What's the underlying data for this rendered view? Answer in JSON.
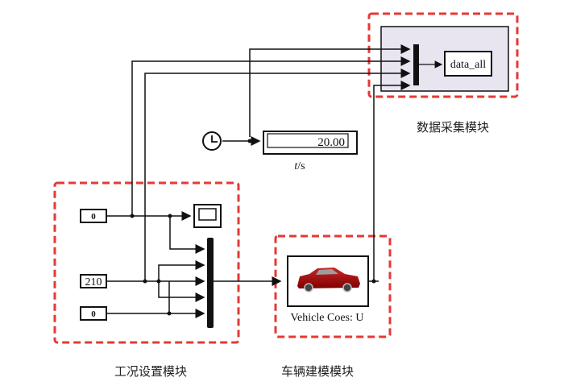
{
  "modules": {
    "data_collection": {
      "label": "数据采集模块",
      "block_label": "data_all"
    },
    "condition_setup": {
      "label": "工况设置模块",
      "constants": [
        "0",
        "210",
        "0"
      ]
    },
    "vehicle_model": {
      "label": "车辆建模模块",
      "block_label": "Vehicle Coes: U"
    }
  },
  "clock": {
    "display_value": "20.00",
    "unit_label": "t/s",
    "unit_italic": "t",
    "unit_rest": "/s"
  },
  "colors": {
    "highlight_border": "#e53935",
    "subsystem_fill": "#e8e4f0",
    "line": "#111111"
  }
}
